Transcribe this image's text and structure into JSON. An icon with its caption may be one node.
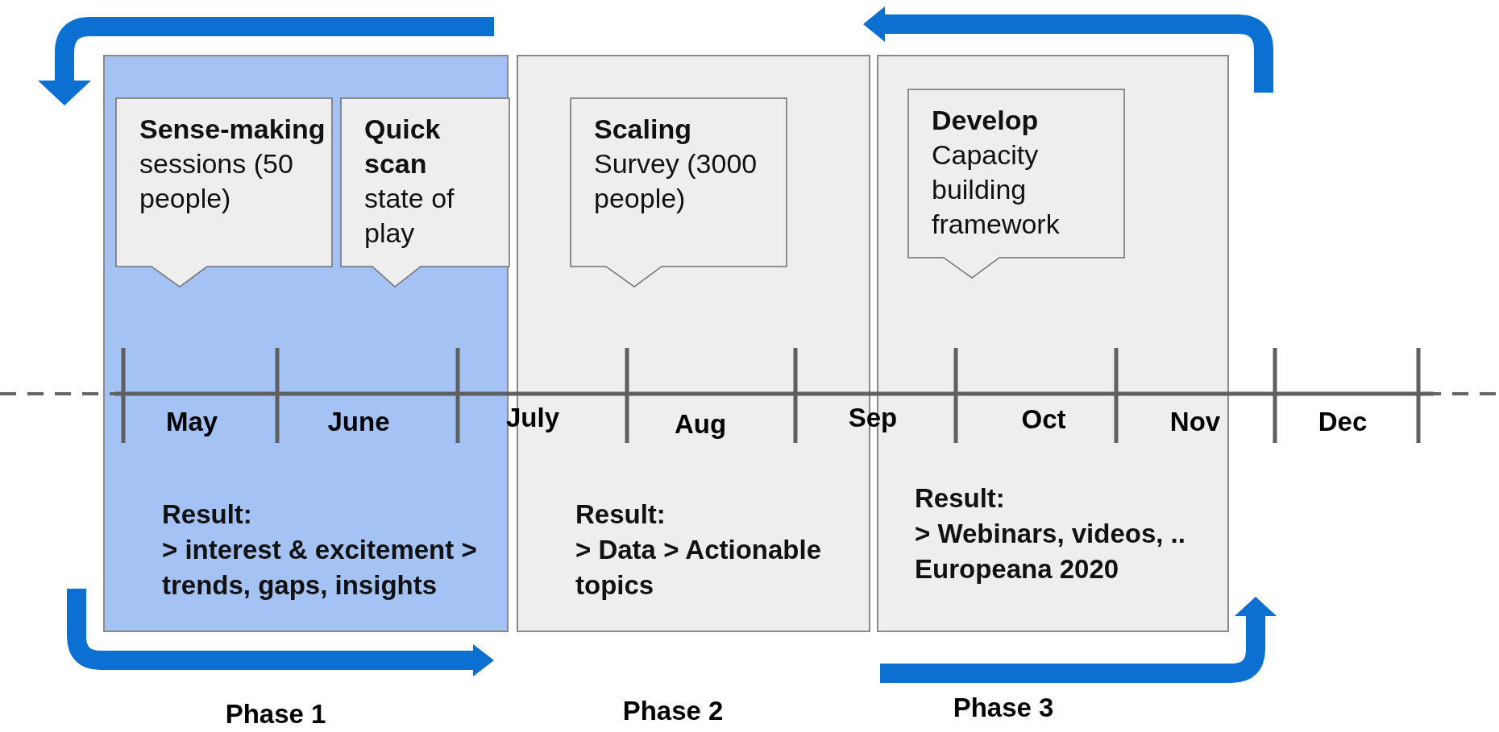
{
  "diagram": {
    "nodes": [
      {
        "text": [
          "Result:",
          "> interest & excitement > trends, gaps, insights"
        ],
        "beside": [
          "Phase 1"
        ]
      },
      {
        "text": [
          "Sense-making",
          "sessions (50 people)"
        ],
        "in": 0
      },
      {
        "text": [
          "Quick scan",
          "state of play"
        ],
        "in": 0
      },
      {
        "text": [
          "Result:",
          "> Data > Actionable topics"
        ],
        "beside": [
          "Phase 2"
        ]
      },
      {
        "text": [
          "Scaling",
          "Survey (3000 people)"
        ],
        "in": 3
      },
      {
        "text": [
          "Result:",
          "> Webinars, videos, .. Europeana 2020"
        ],
        "beside": [
          "Phase 3"
        ]
      },
      {
        "text": [
          "Develop",
          "Capacity building framework"
        ],
        "in": 5
      }
    ],
    "labels": [
      "May",
      "June",
      "July",
      "Aug",
      "Sep",
      "Oct",
      "Nov",
      "Dec"
    ]
  }
}
